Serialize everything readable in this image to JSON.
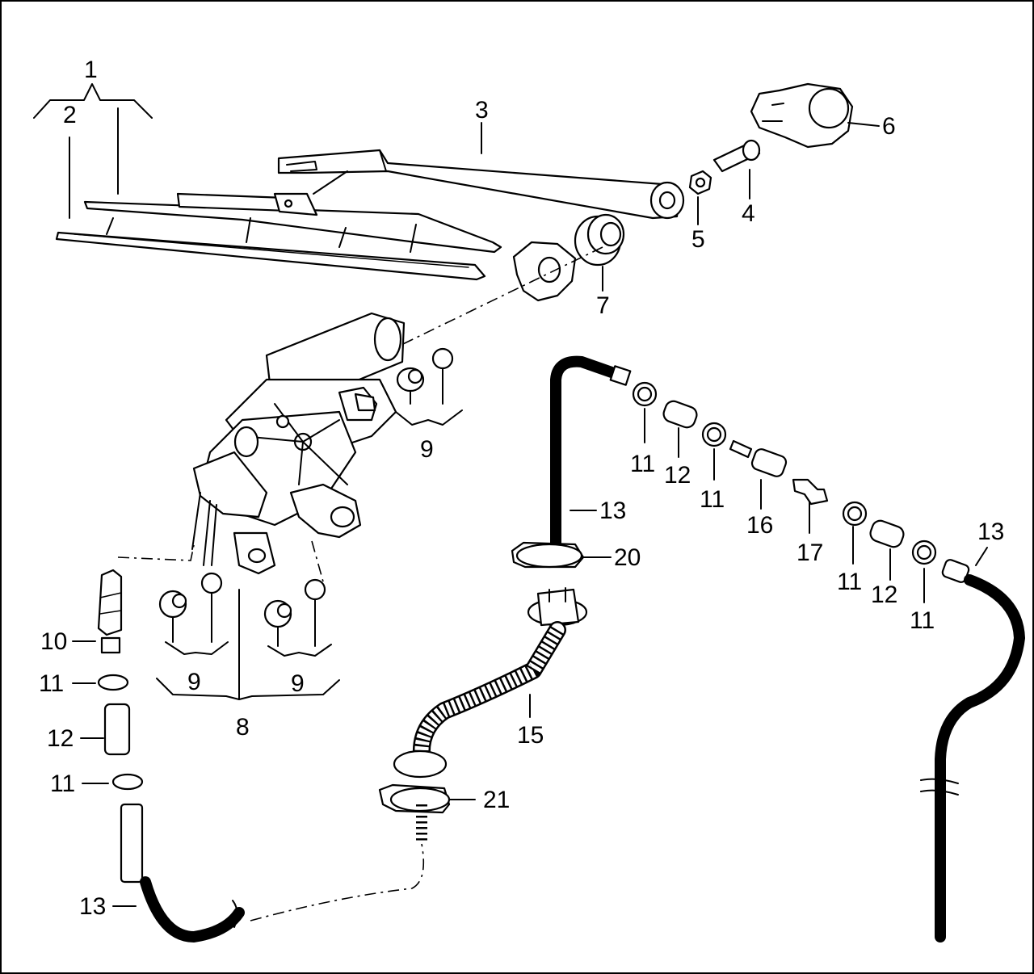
{
  "diagram": {
    "background": "#ffffff",
    "ink": "#000000",
    "callouts": {
      "c1": "1",
      "c2": "2",
      "c3": "3",
      "c4": "4",
      "c5": "5",
      "c6": "6",
      "c7": "7",
      "c8": "8",
      "c9a": "9",
      "c9b": "9",
      "c9c": "9",
      "c10": "10",
      "c11a": "11",
      "c11b": "11",
      "c11c": "11",
      "c11d": "11",
      "c11e": "11",
      "c11f": "11",
      "c12a": "12",
      "c12b": "12",
      "c12c": "12",
      "c13a": "13",
      "c13b": "13",
      "c13c": "13",
      "c15": "15",
      "c16": "16",
      "c17": "17",
      "c20": "20",
      "c21": "21"
    }
  }
}
